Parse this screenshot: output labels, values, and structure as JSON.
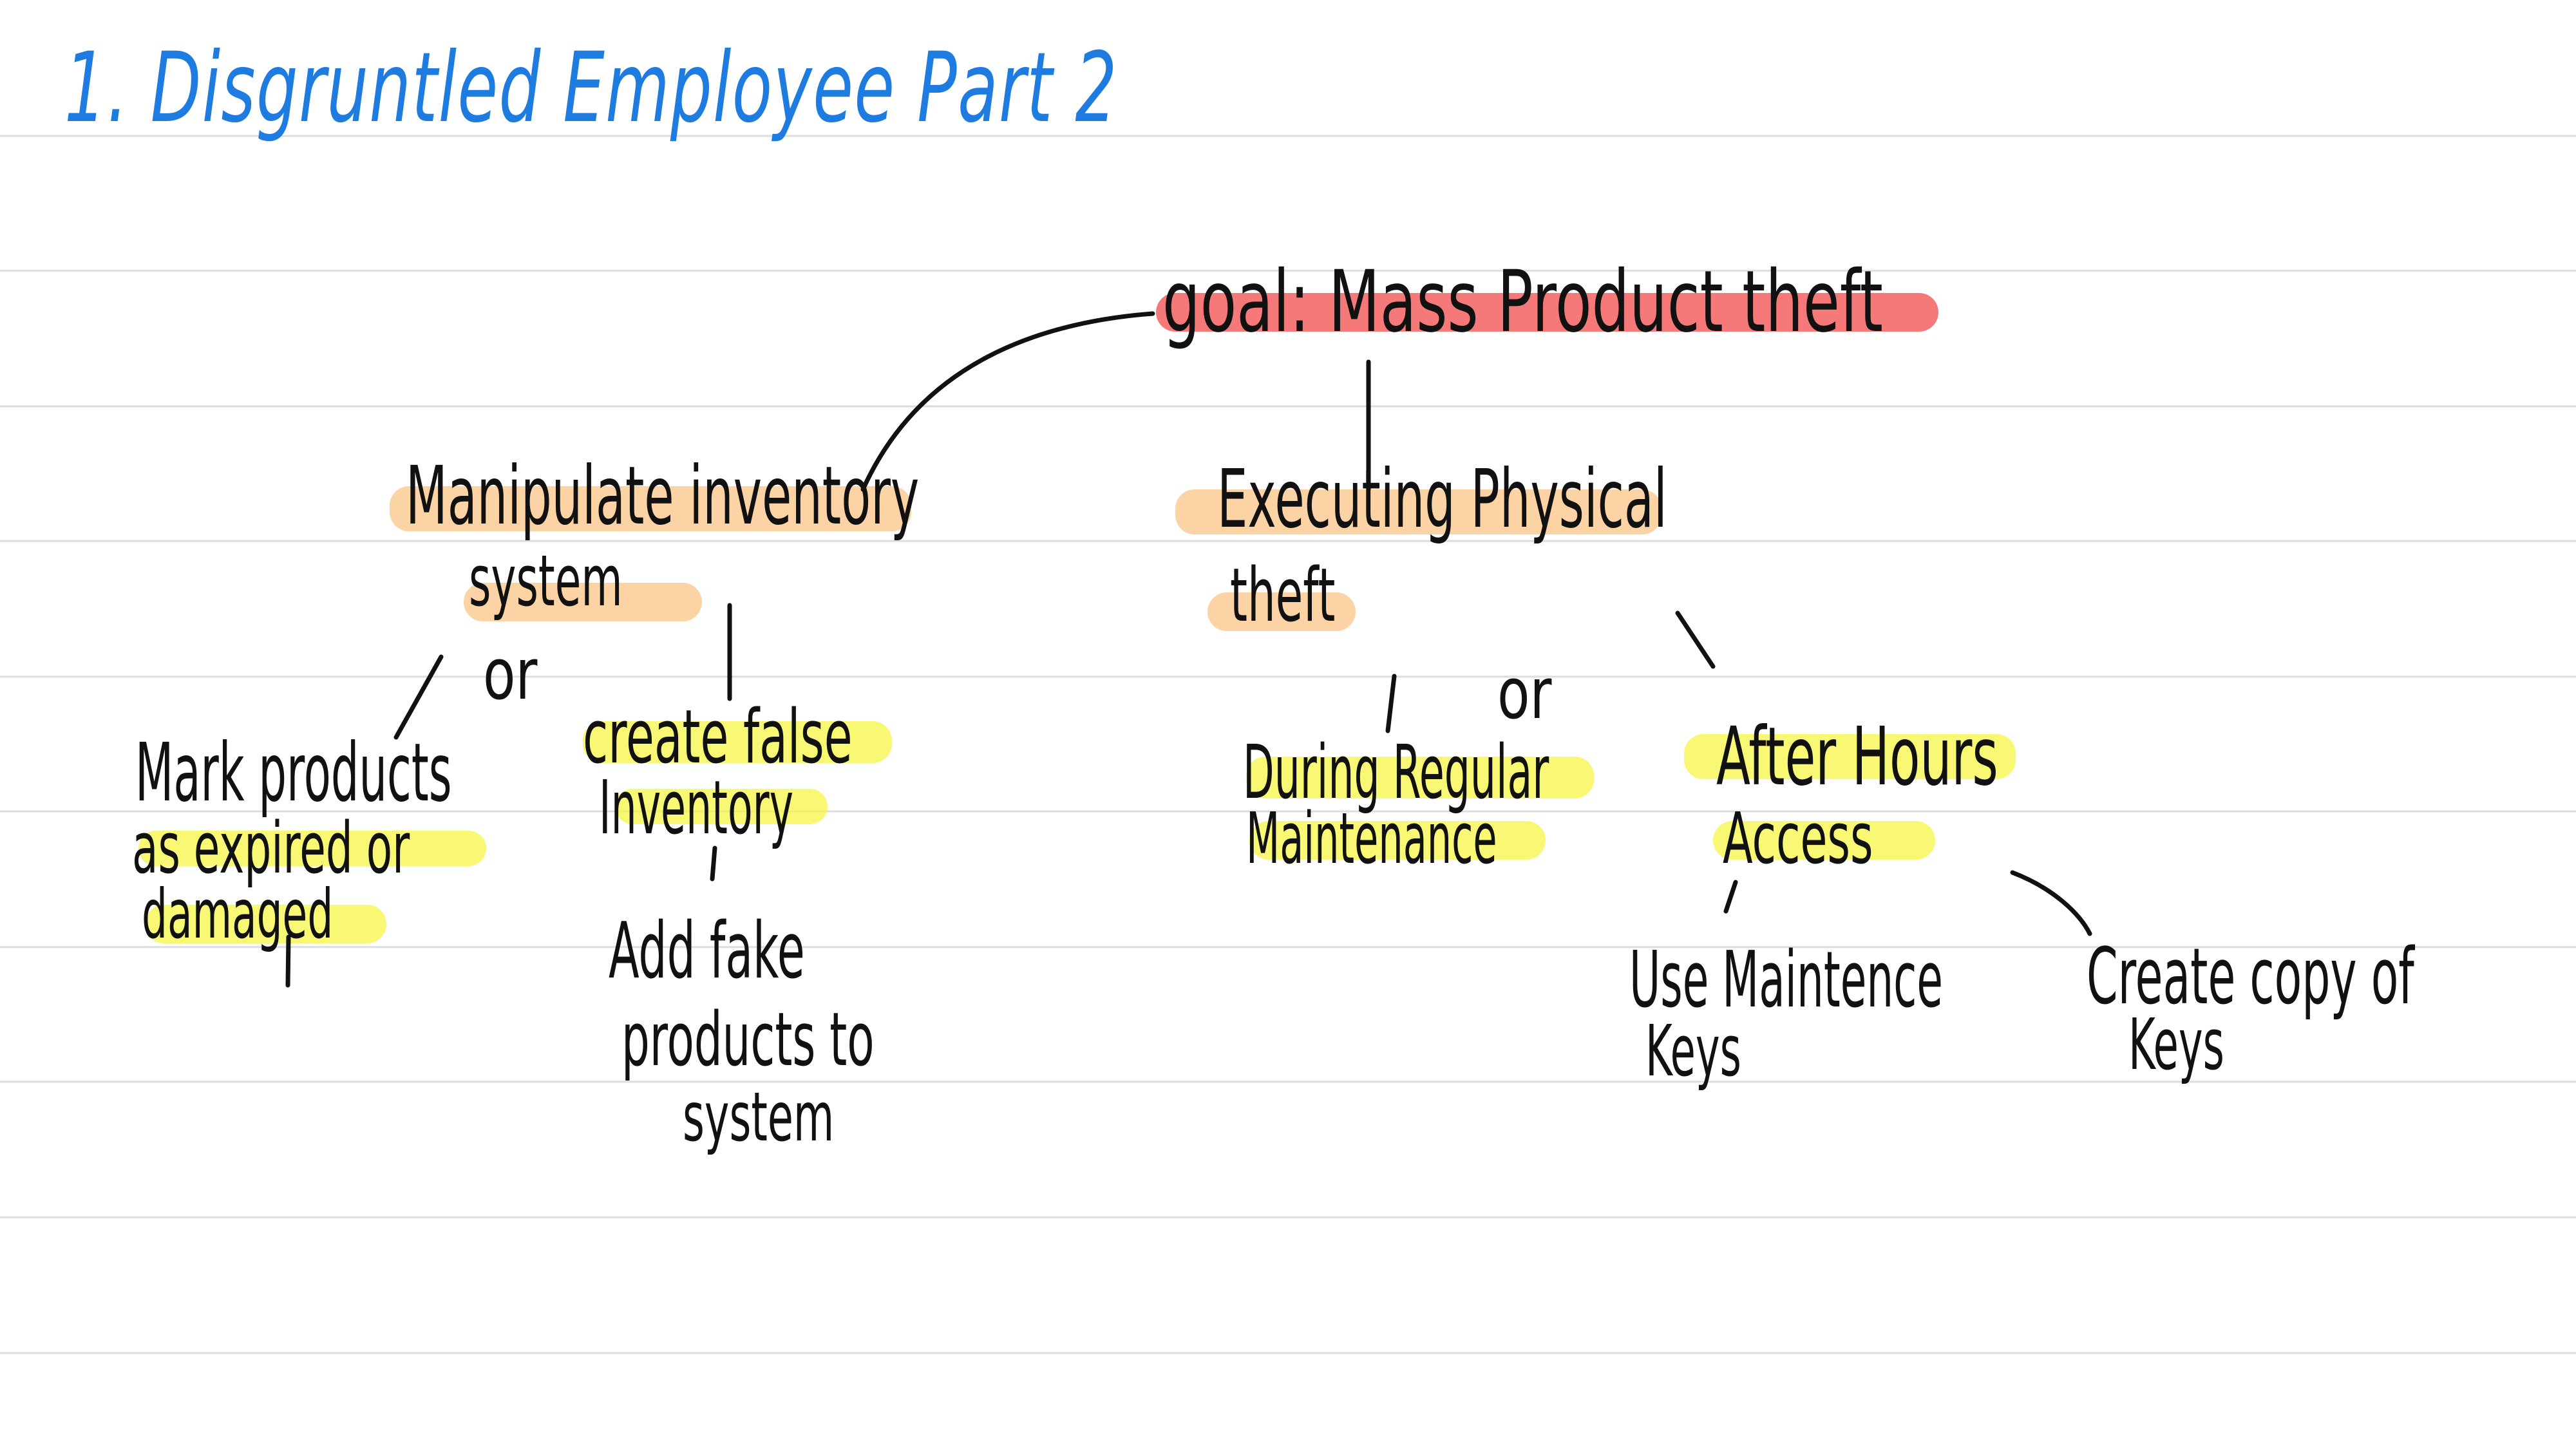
{
  "title": "1. Disgruntled Employee Part 2",
  "colors": {
    "title": "#1e7be0",
    "goal_highlight": "#f46262",
    "primary_highlight": "#fac486",
    "secondary_highlight": "#f5f546",
    "ink": "#111111"
  },
  "goal": "goal: Mass Product theft",
  "left_branch": {
    "label_line1": "Manipulate inventory",
    "label_line2": "system",
    "connector": "or",
    "mark_products": {
      "line1": "Mark products",
      "line2": "as expired or",
      "line3": "damaged"
    },
    "false_inventory": {
      "line1": "create false",
      "line2": "Inventory"
    },
    "add_fake": {
      "line1": "Add fake",
      "line2": "products to",
      "line3": "system"
    }
  },
  "right_branch": {
    "label_line1": "Executing Physical",
    "label_line2": "theft",
    "connector": "or",
    "during_maintenance": {
      "line1": "During Regular",
      "line2": "Maintenance"
    },
    "after_hours": {
      "line1": "After Hours",
      "line2": "Access"
    },
    "use_keys": {
      "line1": "Use Maintence",
      "line2": "Keys"
    },
    "copy_keys": {
      "line1": "Create copy of",
      "line2": "Keys"
    }
  }
}
